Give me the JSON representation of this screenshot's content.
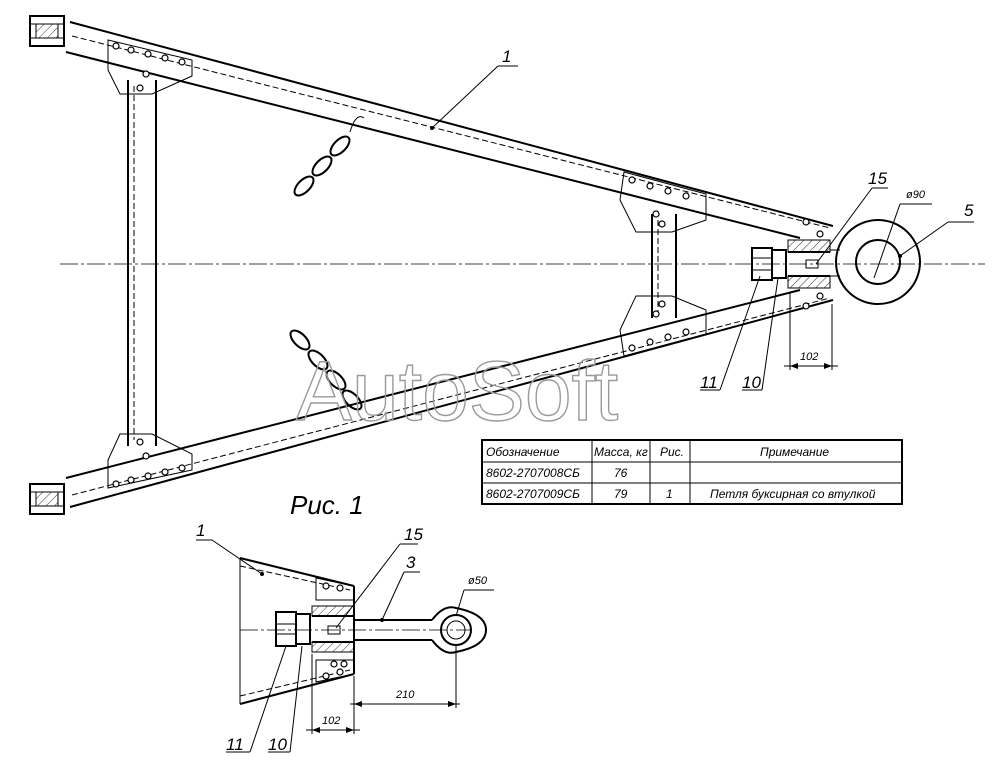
{
  "figure_caption": "Рис. 1",
  "watermark": "AutoSoft",
  "callouts_main": {
    "drawbar": "1",
    "sleeve": "15",
    "diameter": "ø90",
    "towing_eye": "5",
    "nut": "11",
    "washer": "10",
    "dim_length": "102"
  },
  "callouts_detail": {
    "drawbar": "1",
    "sleeve": "15",
    "loop": "3",
    "diameter": "ø50",
    "dim_loop": "210",
    "dim_length": "102",
    "nut": "11",
    "washer": "10"
  },
  "table": {
    "headers": [
      "Обозначение",
      "Масса, кг",
      "Рис.",
      "Примечание"
    ],
    "rows": [
      [
        "8602-2707008СБ",
        "76",
        "",
        ""
      ],
      [
        "8602-2707009СБ",
        "79",
        "1",
        "Петля буксирная со втулкой"
      ]
    ]
  }
}
